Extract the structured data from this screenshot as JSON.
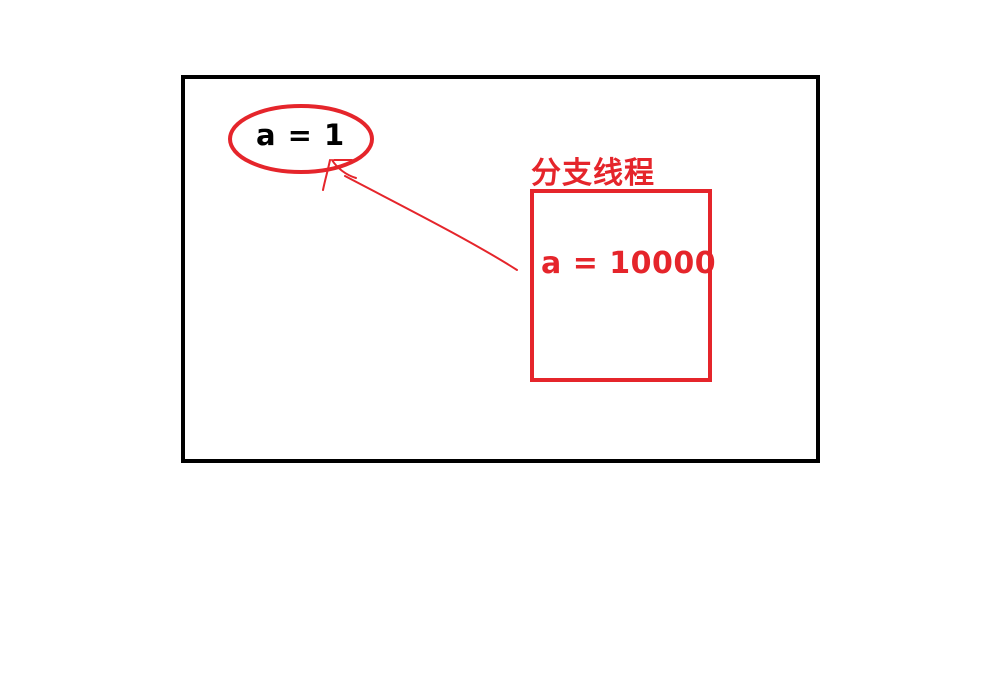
{
  "diagram": {
    "main_variable": {
      "text": "a = 1"
    },
    "branch_thread": {
      "label": "分支线程",
      "variable_text": "a = 10000"
    },
    "colors": {
      "outline": "#000000",
      "annotation": "#e5252b",
      "background": "#ffffff"
    }
  }
}
